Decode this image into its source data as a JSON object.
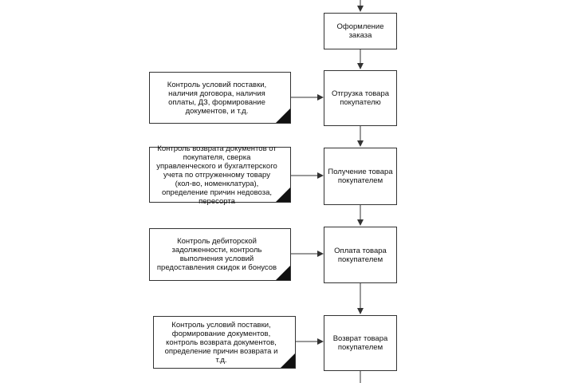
{
  "processes": [
    {
      "id": "order",
      "text": "Оформление заказа"
    },
    {
      "id": "shipment",
      "text": "Отгрузка товара покупателю"
    },
    {
      "id": "receipt",
      "text": "Получение товара покупателем"
    },
    {
      "id": "payment",
      "text": "Оплата товара покупателем"
    },
    {
      "id": "return",
      "text": "Возврат товара покупателем"
    }
  ],
  "controls": [
    {
      "id": "ctrl-shipment",
      "text": "Контроль условий поставки, наличия договора, наличия оплаты, ДЗ, формирование документов, и т.д."
    },
    {
      "id": "ctrl-receipt",
      "text": "Контроль возврата документов от покупателя, сверка управленческого и бухгалтерского учета по отгруженному товару (кол-во, номенклатура), определение причин недовоза, пересорта"
    },
    {
      "id": "ctrl-payment",
      "text": "Контроль дебиторской задолженности, контроль выполнения условий предоставления скидок и бонусов"
    },
    {
      "id": "ctrl-return",
      "text": "Контроль условий поставки, формирование документов, контроль возврата документов, определение причин возврата и т.д."
    }
  ],
  "colors": {
    "line": "#333333",
    "corner": "#111111",
    "background": "#ffffff"
  }
}
